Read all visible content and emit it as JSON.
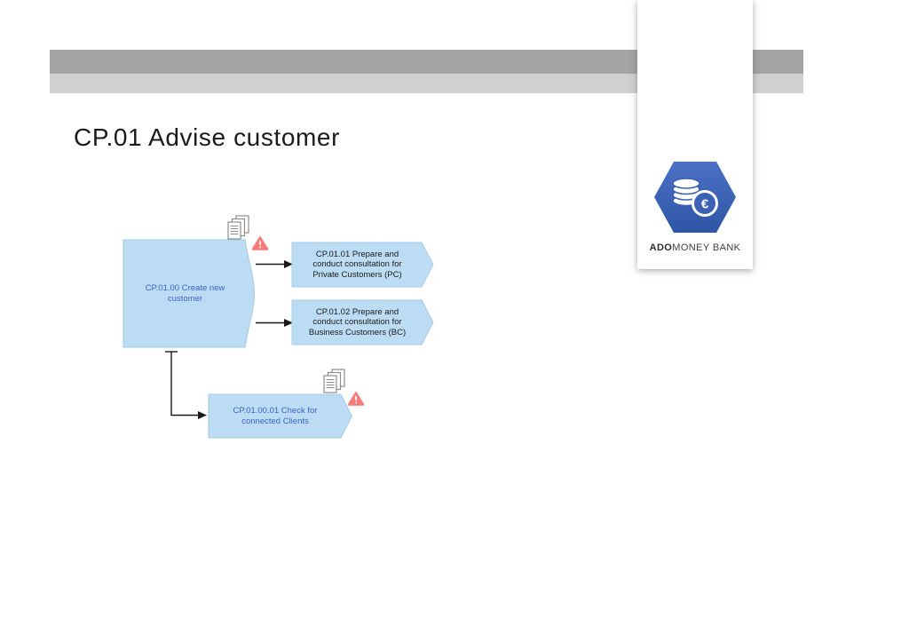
{
  "header": {
    "title": "CP.01 Advise customer"
  },
  "brand": {
    "name_bold": "ADO",
    "name_rest": "MONEY BANK"
  },
  "icons": {
    "euro": "€"
  },
  "colors": {
    "bar_dark": "#a4a4a4",
    "bar_light": "#d0d0d1",
    "node_fill": "#bcdcf4",
    "node_stroke": "#a6cbe9",
    "node_text_blue": "#3e62c4",
    "node_text_dark": "#1a1a1a",
    "arrow": "#1a1a1a",
    "warning": "#f57c7c",
    "doc_outline": "#8e8e8e",
    "hex_top": "#4a71c4",
    "hex_bottom": "#2f55a5",
    "brand_text": "#3f3f3f"
  },
  "diagram": {
    "nodes": [
      {
        "id": "CP.01.00",
        "lines": [
          "CP.01.00 Create new",
          "customer"
        ]
      },
      {
        "id": "CP.01.01",
        "lines": [
          "CP.01.01 Prepare and",
          "conduct consultation for",
          "Private Customers (PC)"
        ]
      },
      {
        "id": "CP.01.02",
        "lines": [
          "CP.01.02 Prepare and",
          "conduct consultation for",
          "Business Customers (BC)"
        ]
      },
      {
        "id": "CP.01.00.01",
        "lines": [
          "CP.01.00.01 Check for",
          "connected Clients"
        ]
      }
    ]
  }
}
